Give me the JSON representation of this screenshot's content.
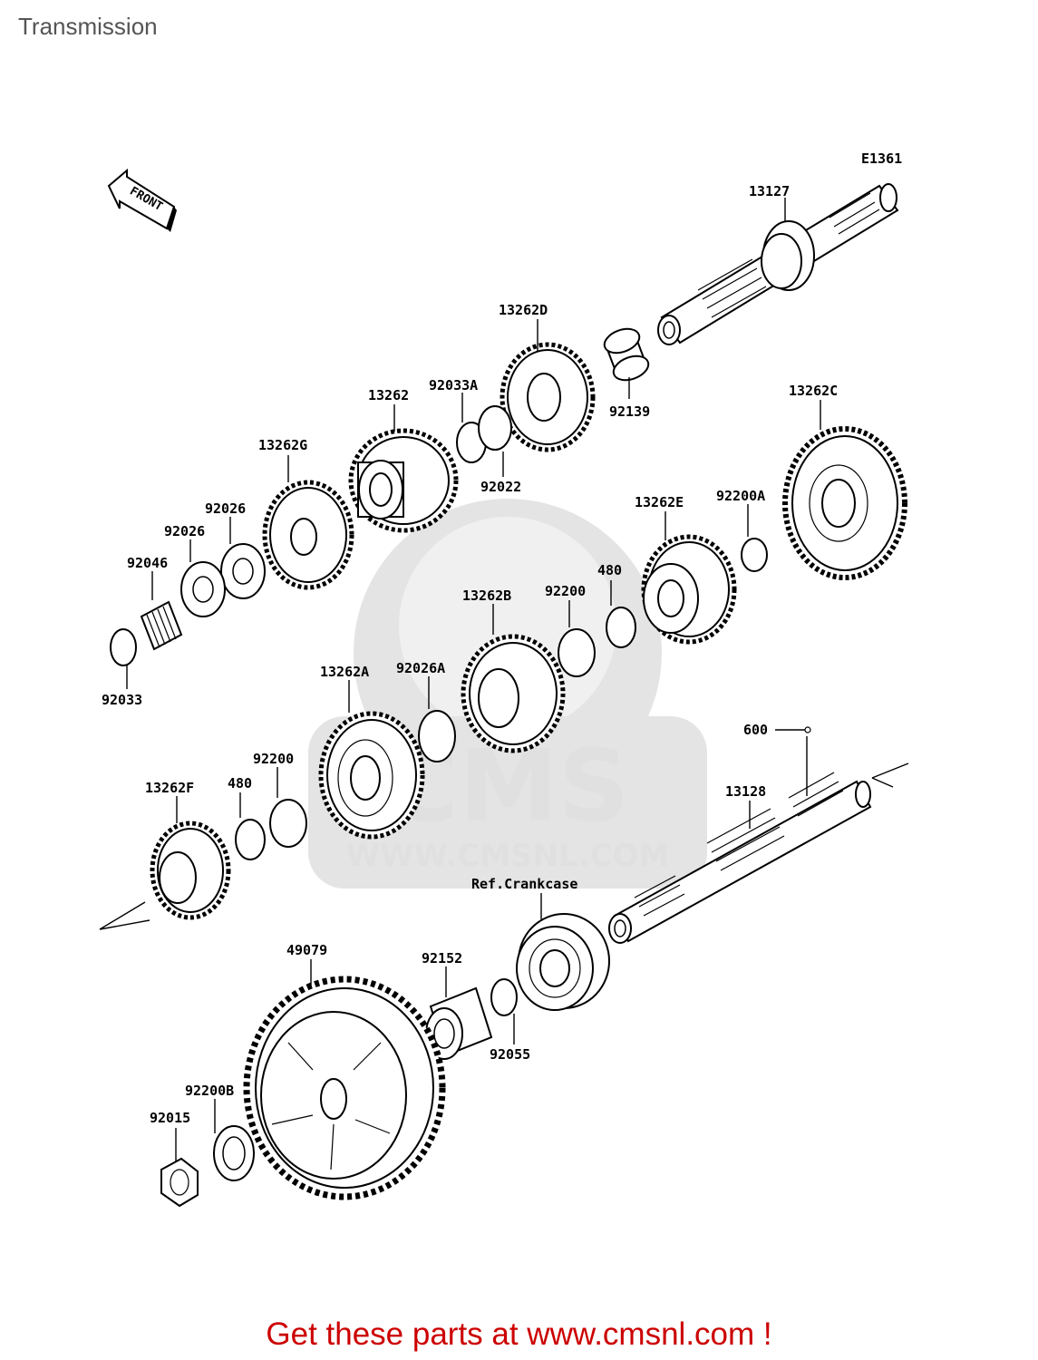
{
  "page": {
    "title": "Transmission",
    "footer": "Get these parts at www.cmsnl.com !"
  },
  "diagram": {
    "ref_code": "E1361",
    "front_arrow_label": "FRONT",
    "watermark": {
      "brand": "CMS",
      "site": "WWW.CMSNL.COM"
    },
    "labels": {
      "p13127": "13127",
      "p13262D": "13262D",
      "p92139": "92139",
      "p92033A": "92033A",
      "p13262": "13262",
      "p92022": "92022",
      "p13262G": "13262G",
      "p92026a": "92026",
      "p92026b": "92026",
      "p92046": "92046",
      "p92033": "92033",
      "p13262C": "13262C",
      "p13262E": "13262E",
      "p92200A": "92200A",
      "p480a": "480",
      "p92200a": "92200",
      "p13262B": "13262B",
      "p92026A": "92026A",
      "p13262A": "13262A",
      "p92200b": "92200",
      "p480b": "480",
      "p13262F": "13262F",
      "p600": "600",
      "p13128": "13128",
      "refCrankcase": "Ref.Crankcase",
      "p49079": "49079",
      "p92152": "92152",
      "p92055": "92055",
      "p92200B": "92200B",
      "p92015": "92015"
    }
  }
}
